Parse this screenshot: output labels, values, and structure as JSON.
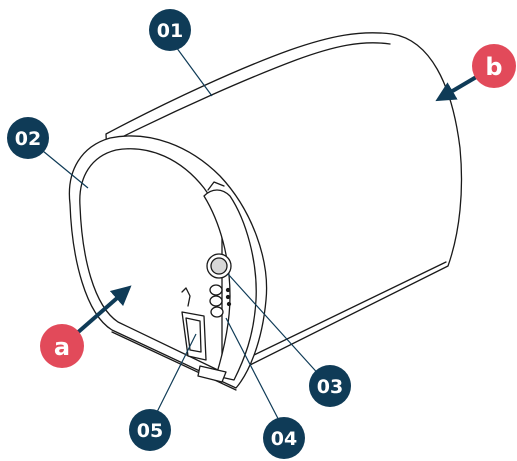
{
  "colors": {
    "number_badge": "#0f3b57",
    "letter_badge": "#e24a5a",
    "leader_line": "#0f3b57",
    "outline": "#1a1a1a"
  },
  "callouts": {
    "c01": "01",
    "c02": "02",
    "c03": "03",
    "c04": "04",
    "c05": "05",
    "ca": "a",
    "cb": "b"
  }
}
